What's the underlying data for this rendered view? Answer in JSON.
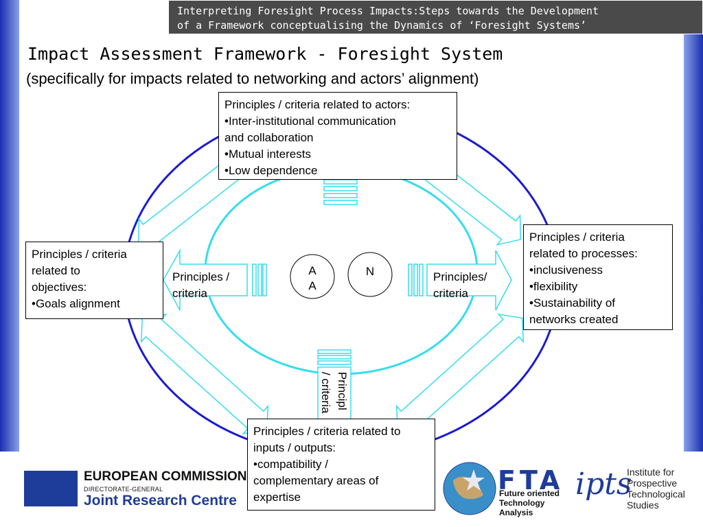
{
  "header": {
    "line1": "Interpreting Foresight Process Impacts:Steps towards the Development",
    "line2": "of a Framework conceptualising the Dynamics of ‘Foresight Systems’"
  },
  "title": "Impact Assessment Framework - Foresight System",
  "subtitle": "(specifically for impacts related to networking and actors’ alignment)",
  "boxes": {
    "actors": {
      "lines": [
        "Principles / criteria related to actors:",
        "•Inter-institutional communication",
        "and collaboration",
        "•Mutual interests",
        "•Low dependence"
      ]
    },
    "objectives": {
      "lines": [
        "Principles / criteria",
        "related to",
        "objectives:",
        "•Goals alignment"
      ]
    },
    "processes": {
      "lines": [
        "Principles / criteria",
        "related to processes:",
        "•inclusiveness",
        "•flexibility",
        "•Sustainability of",
        "networks created"
      ]
    },
    "inputs": {
      "lines": [
        "Principles / criteria related to",
        "inputs / outputs:",
        "•compatibility /",
        "complementary areas of",
        "expertise"
      ]
    }
  },
  "arrow_labels": {
    "left": [
      "Principles /",
      "criteria"
    ],
    "right": [
      "Principles/",
      "criteria"
    ],
    "bottom": [
      "Principl",
      "/ criteria"
    ]
  },
  "circles": {
    "aa": [
      "A",
      "A"
    ],
    "n": "N"
  },
  "footer": {
    "ec_title": "EUROPEAN COMMISSION",
    "ec_dg": "DIRECTORATE-GENERAL",
    "ec_jrc": "Joint Research Centre",
    "fta_logo": "FTA",
    "fta_sub": [
      "Future oriented",
      "Technology",
      "Analysis"
    ],
    "ipts_logo": "ipts",
    "ipts_name": [
      "Institute for",
      "Prospective",
      "Technological",
      "Studies"
    ]
  },
  "colors": {
    "outer_ellipse": "#1a1ad0",
    "inner_ellipse": "#33ddee",
    "arrows": "#33ddee",
    "header_bg": "#4a4a4a",
    "side_bars": "#1a2fb0"
  }
}
